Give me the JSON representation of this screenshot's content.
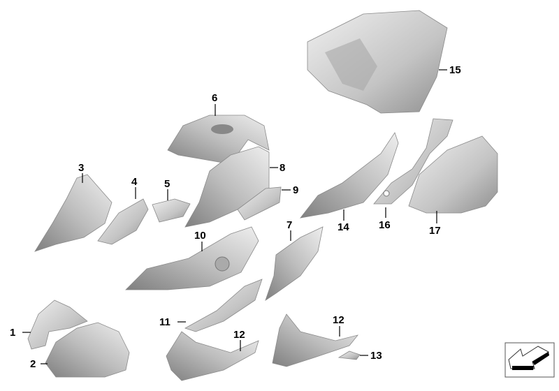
{
  "diagram": {
    "labels": {
      "p1": "1",
      "p2": "2",
      "p3": "3",
      "p4": "4",
      "p5": "5",
      "p6": "6",
      "p7": "7",
      "p8": "8",
      "p9": "9",
      "p10": "10",
      "p11": "11",
      "p12a": "12",
      "p12b": "12",
      "p13": "13",
      "p14": "14",
      "p15": "15",
      "p16": "16",
      "p17": "17"
    },
    "colors": {
      "part_light": "#e4e4e4",
      "part_dark": "#9a9a9a",
      "leader": "#000000"
    },
    "nav_icon": "return-arrow-icon"
  }
}
